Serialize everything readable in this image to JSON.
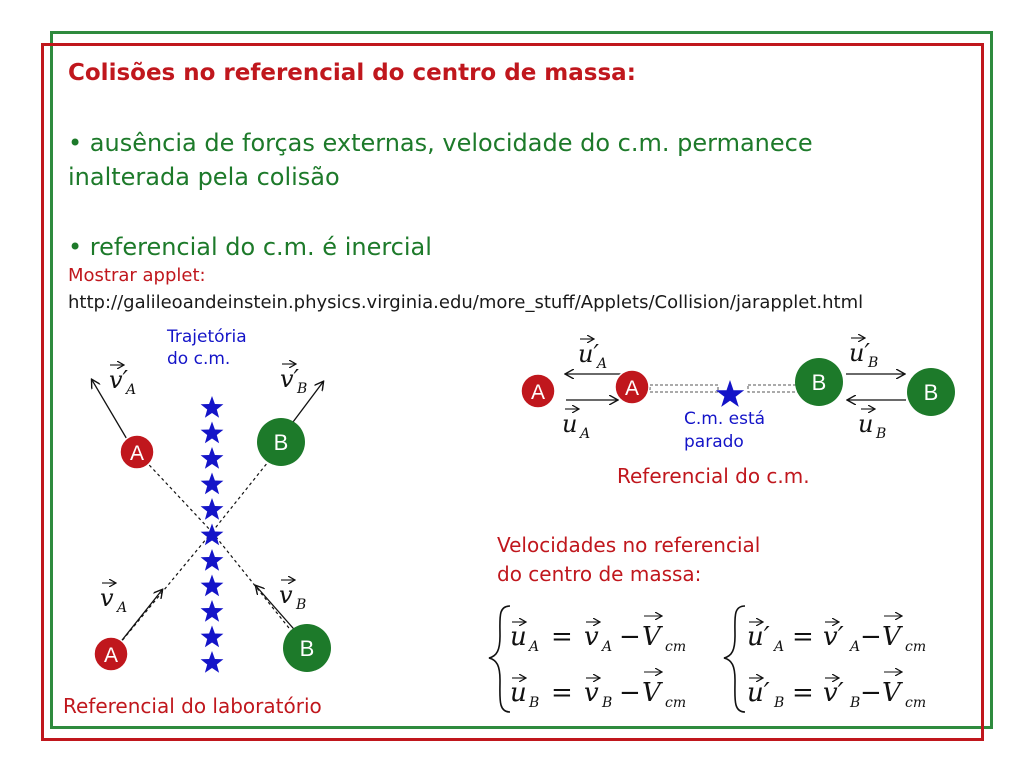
{
  "title": "Colisões no referencial do centro de massa:",
  "bullets": {
    "b1_line1": "• ausência de forças externas, velocidade do c.m. permanece",
    "b1_line2": "inalterada pela colisão",
    "b2": "• referencial do c.m. é inercial"
  },
  "applet": {
    "label": "Mostrar applet:",
    "url": "http://galileoandeinstein.physics.virginia.edu/more_stuff/Applets/Collision/jarapplet.html"
  },
  "lab_diagram": {
    "trajectory_line1": "Trajetória",
    "trajectory_line2": "do c.m.",
    "ball_a": "A",
    "ball_b": "B",
    "caption": "Referencial do laboratório",
    "v_prime_a": "v′",
    "v_prime_b": "v′",
    "v_a": "v",
    "v_b": "v",
    "sub_a": "A",
    "sub_b": "B"
  },
  "cm_diagram": {
    "ball_a": "A",
    "ball_b": "B",
    "note_line1": "C.m. está",
    "note_line2": "parado",
    "caption": "Referencial do c.m.",
    "u_prime": "u′",
    "u": "u",
    "sub_a": "A",
    "sub_b": "B"
  },
  "velocities": {
    "label_line1": "Velocidades no referencial",
    "label_line2": "do centro de massa:",
    "eq_ua": [
      "u",
      "A",
      "v",
      "A",
      "V",
      "cm"
    ],
    "eq_ub": [
      "u",
      "B",
      "v",
      "B",
      "V",
      "cm"
    ],
    "eq_upa": [
      "u′",
      "A",
      "v′",
      "A",
      "V",
      "cm"
    ],
    "eq_upb": [
      "u′",
      "B",
      "v′",
      "B",
      "V",
      "cm"
    ]
  },
  "colors": {
    "red": "#c0171d",
    "green": "#1d7a2a",
    "blue": "#1414c8"
  }
}
